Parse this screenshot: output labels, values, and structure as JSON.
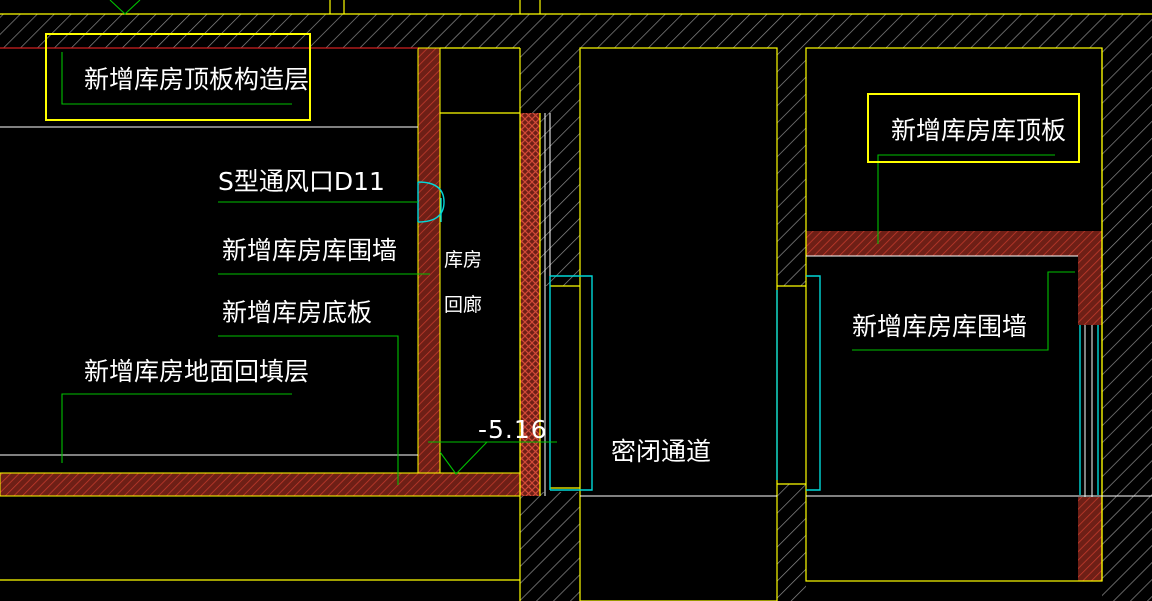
{
  "drawing": {
    "labels": {
      "roof_construction_layer": "新增库房顶板构造层",
      "ventilation_opening": "S型通风口D11",
      "warehouse_wall_left": "新增库房库围墙",
      "warehouse_floor_slab": "新增库房底板",
      "ground_backfill_layer": "新增库房地面回填层",
      "corridor_line1": "库房",
      "corridor_line2": "回廊",
      "elevation_mark": "-5.16",
      "airtight_passage": "密闭通道",
      "warehouse_roof_slab": "新增库房库顶板",
      "warehouse_wall_right": "新增库房库围墙"
    },
    "colors": {
      "background": "#000000",
      "wall_fill": "#8b2a1e",
      "hatch_red": "#c0392b",
      "leader_green": "#00c000",
      "outline_yellow": "#ffff00",
      "cyan": "#00d8d8",
      "hatch_gray": "#8c8c8c",
      "white": "#ffffff"
    }
  }
}
